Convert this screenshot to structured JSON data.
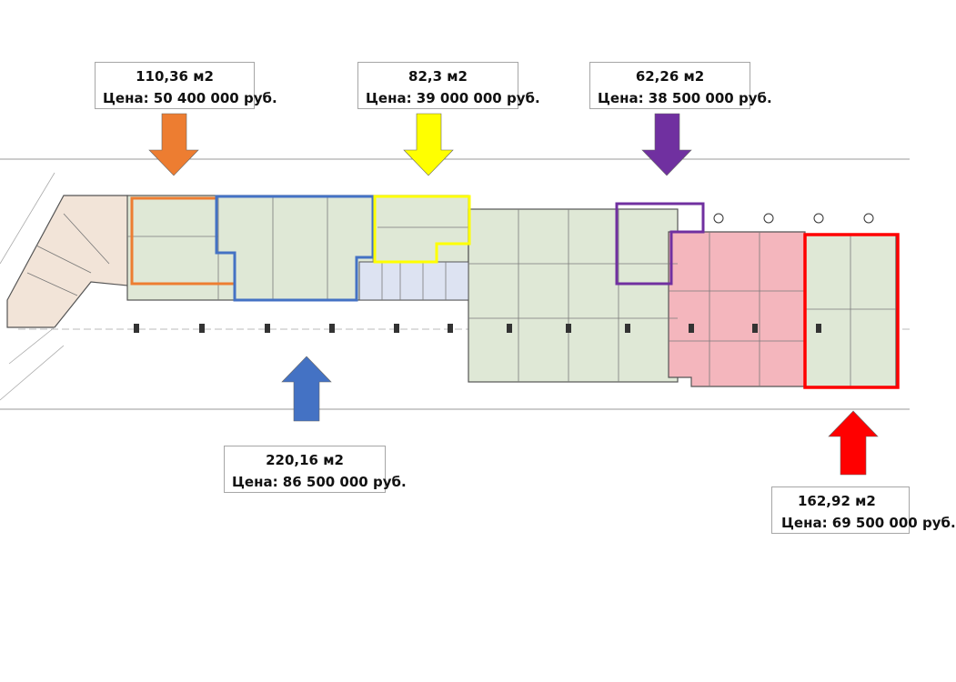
{
  "callouts": [
    {
      "id": "orange",
      "area": "110,36 м2",
      "price": "Цена: 50 400 000 руб.",
      "color": "#ed7d31"
    },
    {
      "id": "yellow",
      "area": "82,3 м2",
      "price": "Цена: 39 000 000 руб.",
      "color": "#ffff00"
    },
    {
      "id": "purple",
      "area": "62,26 м2",
      "price": "Цена: 38 500 000 руб.",
      "color": "#7030a0"
    },
    {
      "id": "blue",
      "area": "220,16 м2",
      "price": "Цена: 86 500 000 руб.",
      "color": "#4472c4"
    },
    {
      "id": "red",
      "area": "162,92 м2",
      "price": "Цена: 69 500 000 руб.",
      "color": "#ff0000"
    }
  ],
  "zone_colors": {
    "green_fill": "#dfe8d6",
    "beige_fill": "#f2e4d8",
    "pink_fill": "#f4b6bd",
    "lilac_fill": "#dde3f2",
    "line": "#555555"
  }
}
